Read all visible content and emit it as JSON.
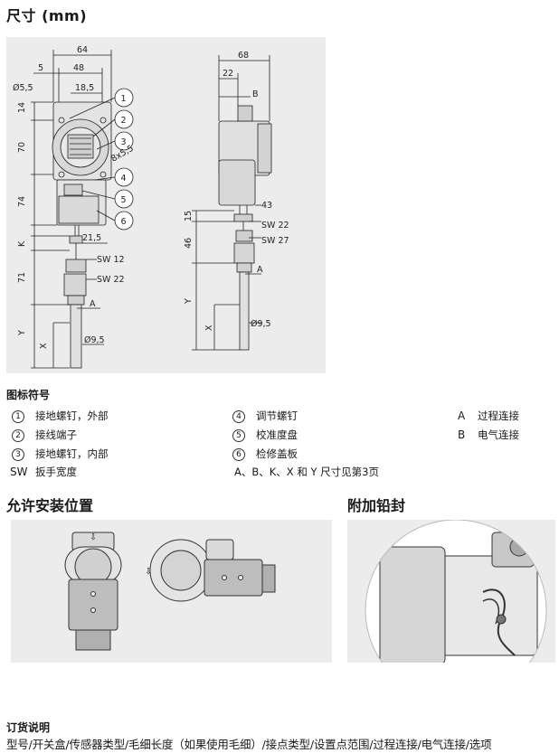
{
  "page": {
    "title": "尺寸 (mm)"
  },
  "dimensions": {
    "left_view": {
      "w64": "64",
      "w48": "48",
      "w5": "5",
      "w18_5": "18,5",
      "d5_5": "Ø5,5",
      "h14": "14",
      "h70": "70",
      "h74": "74",
      "k": "K",
      "h71": "71",
      "y": "Y",
      "x": "X",
      "holes": "8x5,5",
      "w21_5": "21,5",
      "sw12": "SW 12",
      "sw22": "SW 22",
      "a": "A",
      "d9_5": "Ø9,5"
    },
    "right_view": {
      "w68": "68",
      "w22": "22",
      "b": "B",
      "w43": "43",
      "h15": "15",
      "h46": "46",
      "sw22": "SW 22",
      "sw27": "SW 27",
      "a": "A",
      "y": "Y",
      "x": "X",
      "d9_5": "Ø9,5"
    },
    "callouts": [
      "1",
      "2",
      "3",
      "4",
      "5",
      "6"
    ]
  },
  "legend": {
    "title": "图标符号",
    "items": [
      {
        "mark": "1",
        "text": "接地螺钉，外部"
      },
      {
        "mark": "2",
        "text": "接线端子"
      },
      {
        "mark": "3",
        "text": "接地螺钉，内部"
      },
      {
        "mark": "4",
        "text": "调节螺钉"
      },
      {
        "mark": "5",
        "text": "校准度盘"
      },
      {
        "mark": "6",
        "text": "检修盖板"
      }
    ],
    "keys": [
      {
        "key": "A",
        "text": "过程连接"
      },
      {
        "key": "B",
        "text": "电气连接"
      },
      {
        "key": "SW",
        "text": "扳手宽度"
      }
    ],
    "note": "A、B、K、X 和 Y 尺寸见第3页"
  },
  "sections": {
    "mounting": "允许安装位置",
    "sealing": "附加铅封"
  },
  "order": {
    "title": "订货说明",
    "text": "型号/开关盒/传感器类型/毛细长度（如果使用毛细）/接点类型/设置点范围/过程连接/电气连接/选项"
  }
}
